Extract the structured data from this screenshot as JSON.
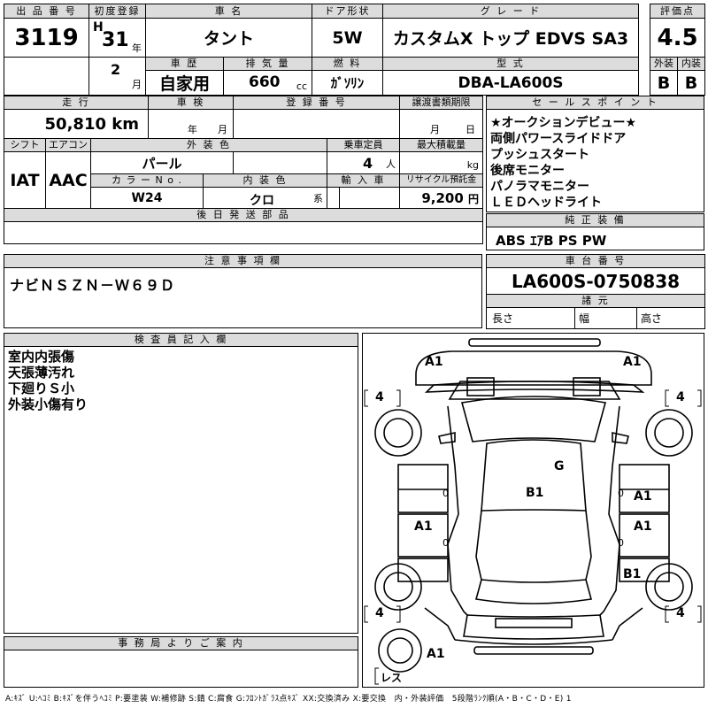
{
  "header": {
    "lot_no_label": "出 品 番 号",
    "lot_no": "3119",
    "first_reg_label": "初度登録",
    "era": "H",
    "year": "31",
    "year_unit": "年",
    "month": "2",
    "month_unit": "月",
    "car_name_label": "車 名",
    "car_name": "タント",
    "door_label": "ドア形状",
    "door": "5W",
    "grade_label": "グ レ ー ド",
    "grade": "カスタムX トップ EDVS SA3",
    "score_label": "評価点",
    "score": "4.5",
    "history_label": "車 歴",
    "history": "自家用",
    "displacement_label": "排 気 量",
    "displacement": "660",
    "displacement_unit": "cc",
    "fuel_label": "燃 料",
    "fuel": "ｶﾞｿﾘﾝ",
    "model_label": "型 式",
    "model": "DBA-LA600S",
    "exterior_label": "外装",
    "exterior": "B",
    "interior_label": "内装",
    "interior": "B"
  },
  "details": {
    "mileage_label": "走 行",
    "mileage": "50,810",
    "mileage_unit": "km",
    "inspection_label": "車 検",
    "inspection_year_unit": "年",
    "inspection_month_unit": "月",
    "reg_no_label": "登 録 番 号",
    "transfer_label": "譲渡書類期限",
    "transfer_month_unit": "月",
    "transfer_day_unit": "日",
    "shift_label": "シフト",
    "shift": "IAT",
    "ac_label": "エアコン",
    "ac": "AAC",
    "color_label": "外 装 色",
    "color": "パール",
    "capacity_label": "乗車定員",
    "capacity": "4",
    "capacity_unit": "人",
    "load_label": "最大積載量",
    "load_unit": "kg",
    "color_no_label": "カ ラ ー N o .",
    "color_no": "W24",
    "int_color_label": "内 装 色",
    "int_color": "クロ",
    "int_color_unit": "系",
    "import_label": "輸 入 車",
    "recycle_label": "リサイクル預託金",
    "recycle": "9,200",
    "recycle_unit": "円",
    "later_parts_label": "後 日 発 送 部 品"
  },
  "sales_points": {
    "label": "セ ー ル ス ポ イ ン ト",
    "items": [
      "★オークションデビュー★",
      "両側パワースライドドア",
      "プッシュスタート",
      "後席モニター",
      "パノラマモニター",
      "ＬＥＤヘッドライト"
    ]
  },
  "equipment": {
    "label": "純 正 装 備",
    "value": "ABS ｴｱB PS PW"
  },
  "caution": {
    "label": "注 意 事 項 欄",
    "value": "ナビＮＳＺＮ－Ｗ６９Ｄ"
  },
  "chassis": {
    "label": "車 台 番 号",
    "value": "LA600S-0750838",
    "spec_label": "諸 元",
    "length_label": "長さ",
    "width_label": "幅",
    "height_label": "高さ"
  },
  "inspector": {
    "label": "検 査 員 記 入 欄",
    "lines": [
      "室内内張傷",
      "天張薄汚れ",
      "下廻りＳ小",
      "外装小傷有り"
    ]
  },
  "office": {
    "label": "事 務 局 よ り ご 案 内"
  },
  "diagram": {
    "marks": [
      "A1",
      "A1",
      "G",
      "B1",
      "A1",
      "A1",
      "A1",
      "B1",
      "A1"
    ],
    "tires": [
      "4",
      "4",
      "4",
      "4"
    ],
    "small": [
      "0",
      "0",
      "0",
      "0"
    ],
    "less": "レス"
  },
  "legend": "A:ｷｽﾞ U:ﾍｺﾐ B:ｷｽﾞを伴うﾍｺﾐ P:要塗装 W:補修跡 S:錆 C:腐食 G:ﾌﾛﾝﾄｶﾞﾗｽ点ｷｽﾞ XX:交換済み X:要交換　内・外装評価　5段階ﾗﾝｸ順(A・B・C・D・E) 1"
}
